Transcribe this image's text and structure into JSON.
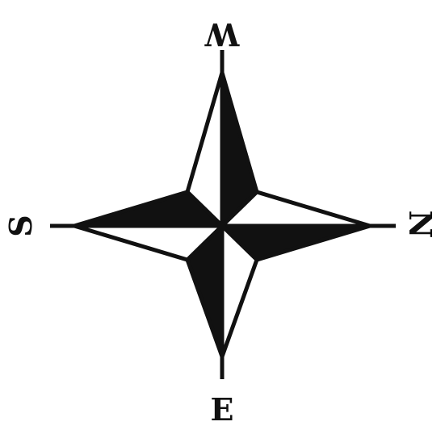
{
  "labels": {
    "top": "W",
    "right": "N",
    "bottom": "E",
    "left": "S"
  },
  "colors": {
    "ink": "#111111",
    "paper": "#ffffff"
  }
}
